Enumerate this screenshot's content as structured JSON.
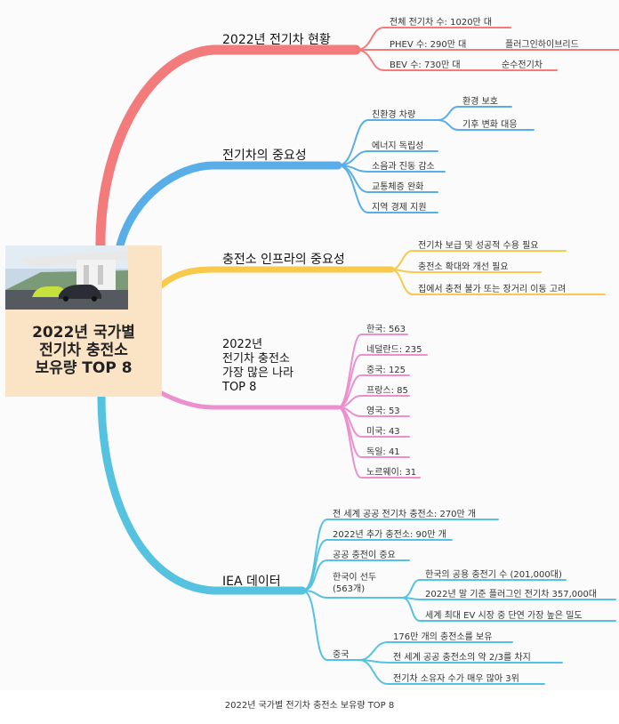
{
  "center": {
    "title_lines": [
      "2022년 국가별",
      "전기차 충전소",
      "보유량 TOP 8"
    ]
  },
  "branches": [
    {
      "label": "2022년 전기차 현황",
      "color": "#f47b7b",
      "leaves": [
        "전체 전기차 수: 1020만 대",
        "PHEV 수: 290만 대",
        "BEV 수: 730만 대"
      ],
      "subleaves": [
        "플러그인하이브리드",
        "순수전기차"
      ]
    },
    {
      "label": "전기차의 중요성",
      "color": "#5aaee8",
      "leaves": [
        "친환경 차량",
        "에너지 독립성",
        "소음과 진동 감소",
        "교통체증 완화",
        "지역 경제 지원"
      ],
      "subleaves": [
        "환경 보호",
        "기후 변화 대응"
      ]
    },
    {
      "label": "충전소 인프라의 중요성",
      "color": "#f8c94b",
      "leaves": [
        "전기차 보급 및 성공적 수용 필요",
        "충전소 확대와 개선 필요",
        "집에서 충전 불가 또는 장거리 이동 고려"
      ]
    },
    {
      "label_lines": [
        "2022년",
        "전기차 충전소",
        "가장 많은 나라",
        "TOP 8"
      ],
      "color": "#ec8fcf",
      "leaves": [
        "한국: 563",
        "네덜란드: 235",
        "중국: 125",
        "프랑스: 85",
        "영국: 53",
        "미국: 43",
        "독일: 41",
        "노르웨이: 31"
      ]
    },
    {
      "label": "IEA 데이터",
      "color": "#55c2e0",
      "leaves": [
        "전 세계 공공 전기차 충전소: 270만 개",
        "2022년 추가 충전소: 90만 개",
        "공공 충전이 중요"
      ],
      "korea_label_lines": [
        "한국이 선두",
        "(563개)"
      ],
      "korea_leaves": [
        "한국의 공용 충전기 수 (201,000대)",
        "2022년 말 기준 플러그인 전기차 357,000대",
        "세계 최대 EV 시장 중 단연 가장 높은 밀도"
      ],
      "china_label": "중국",
      "china_leaves": [
        "176만 개의 충전소를 보유",
        "전 세계 공공 충전소의 약 2/3를 차지",
        "전기차 소유자 수가 매우 많아 3위"
      ]
    }
  ],
  "caption": "2022년 국가별 전기차 충전소 보유량 TOP 8"
}
